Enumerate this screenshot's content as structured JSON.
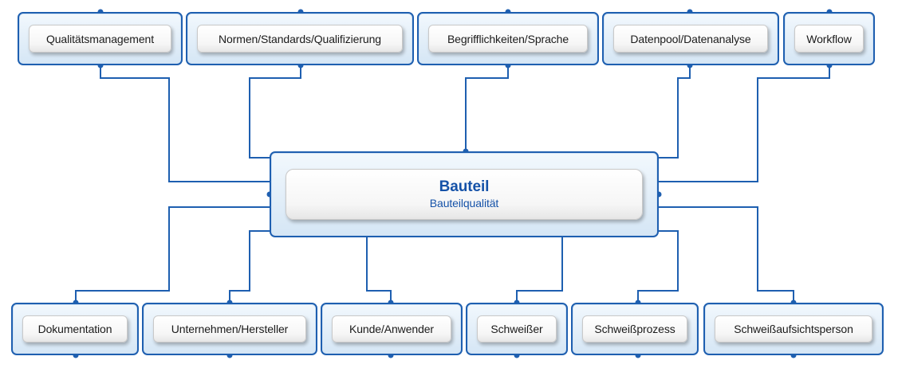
{
  "center": {
    "title": "Bauteil",
    "subtitle": "Bauteilqualität"
  },
  "top_nodes": [
    {
      "label": "Qualitätsmanagement"
    },
    {
      "label": "Normen/Standards/Qualifizierung"
    },
    {
      "label": "Begrifflichkeiten/Sprache"
    },
    {
      "label": "Datenpool/Datenanalyse"
    },
    {
      "label": "Workflow"
    }
  ],
  "bottom_nodes": [
    {
      "label": "Dokumentation"
    },
    {
      "label": "Unternehmen/Hersteller"
    },
    {
      "label": "Kunde/Anwender"
    },
    {
      "label": "Schweißer"
    },
    {
      "label": "Schweißprozess"
    },
    {
      "label": "Schweißaufsichtsperson"
    }
  ],
  "colors": {
    "accent": "#1e5fb0",
    "center_text": "#1552a8"
  }
}
